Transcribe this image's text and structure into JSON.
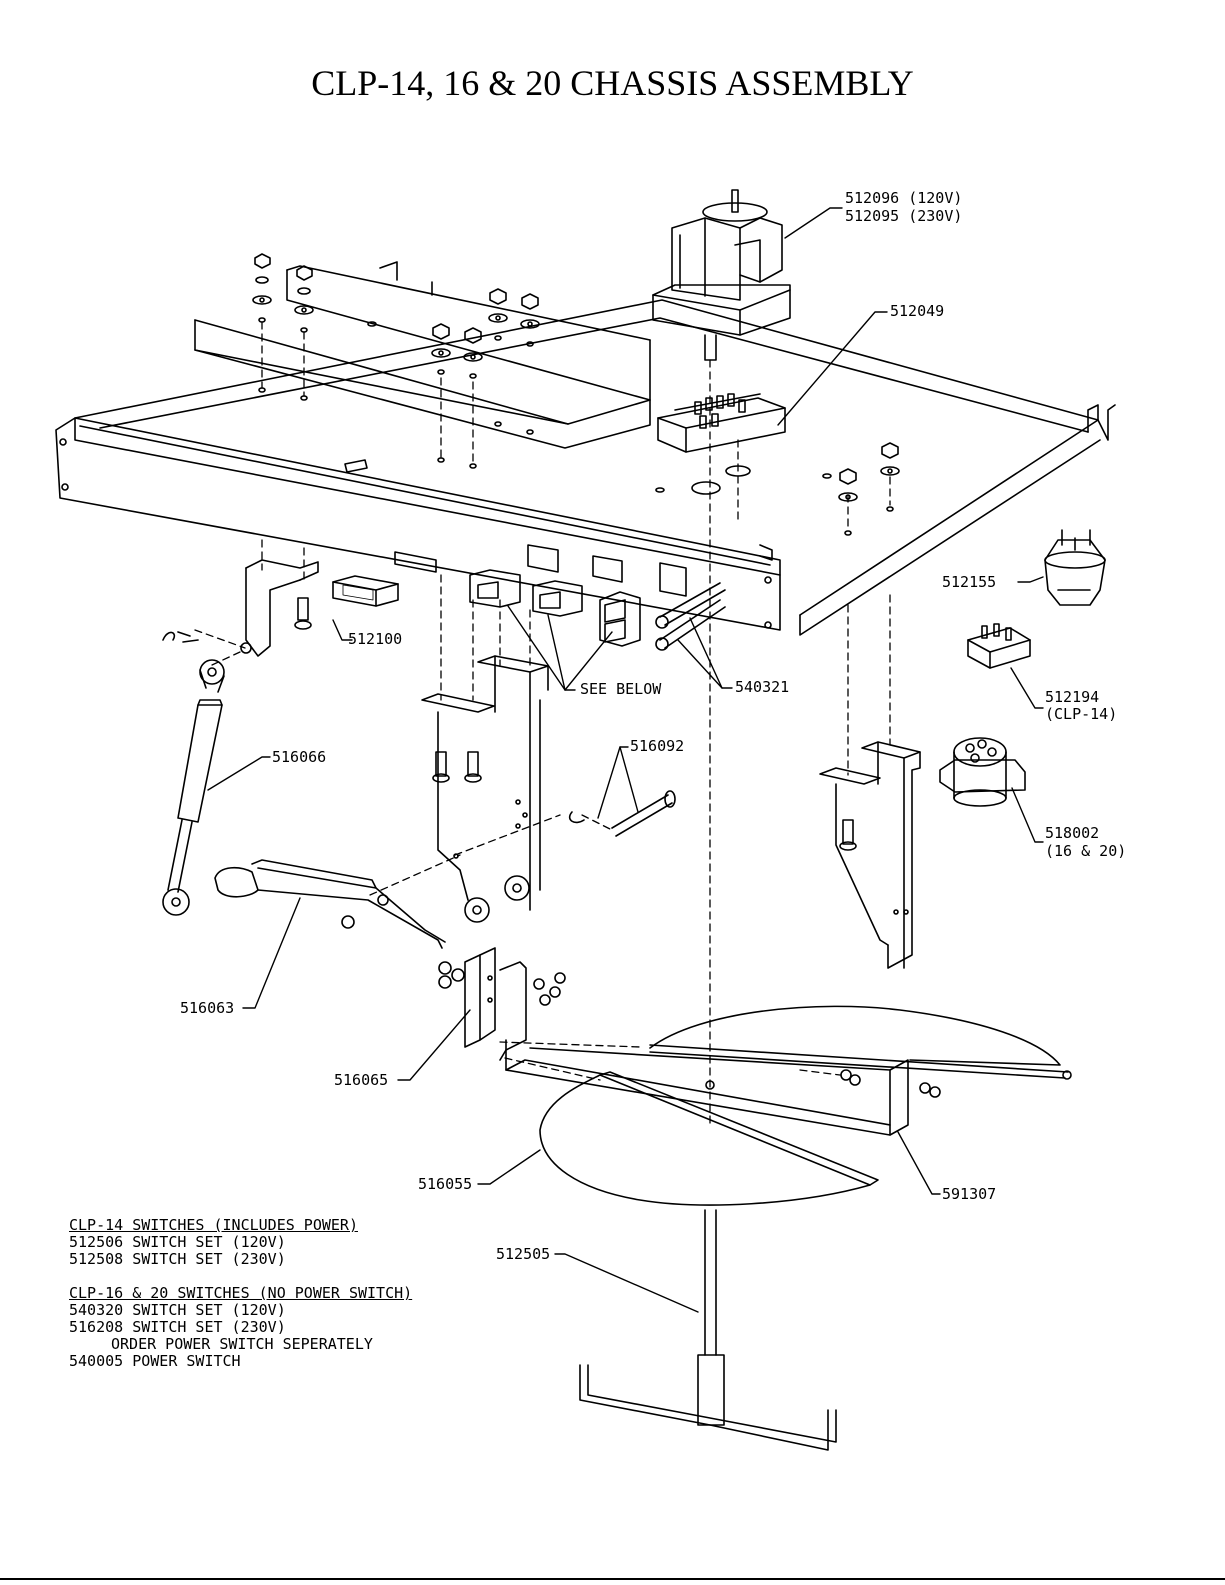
{
  "title": "CLP-14, 16 & 20 CHASSIS ASSEMBLY",
  "callouts": {
    "motor_120": "512096 (120V)",
    "motor_230": "512095 (230V)",
    "terminal_block": "512049",
    "p512155": "512155",
    "p512100": "512100",
    "see_below": "SEE BELOW",
    "p540321": "540321",
    "p512194": "512194",
    "p512194_note": "(CLP-14)",
    "p516066": "516066",
    "p516092": "516092",
    "p518002": "518002",
    "p518002_note": "(16 & 20)",
    "p516063": "516063",
    "p516065": "516065",
    "p516055": "516055",
    "p591307": "591307",
    "p512505": "512505"
  },
  "notes": {
    "clp14_heading": "CLP-14 SWITCHES (INCLUDES POWER)",
    "clp14_line1": "512506 SWITCH SET (120V)",
    "clp14_line2": "512508 SWITCH SET (230V)",
    "clp16_heading": "CLP-16 & 20 SWITCHES (NO POWER SWITCH)",
    "clp16_line1": "540320 SWITCH SET (120V)",
    "clp16_line2": "516208 SWITCH SET (230V)",
    "clp16_line3": "ORDER POWER SWITCH SEPERATELY",
    "clp16_line4": "540005 POWER SWITCH"
  }
}
